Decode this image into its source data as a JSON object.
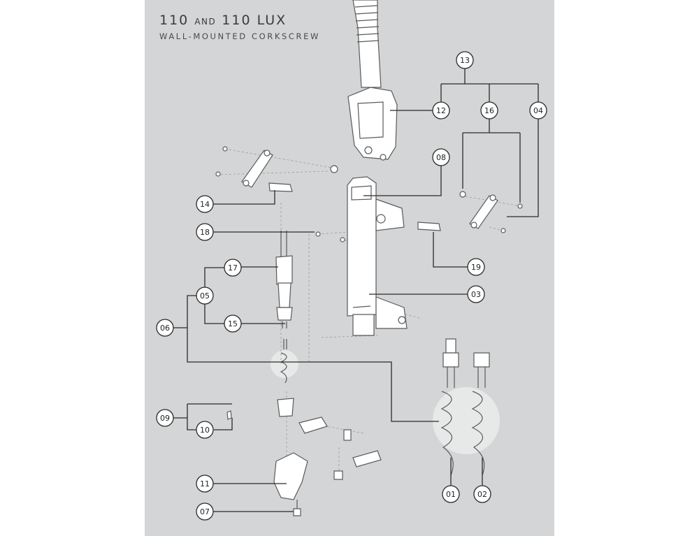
{
  "header": {
    "title_main": "110",
    "title_and": "AND",
    "title_lux": "110 LUX",
    "subtitle": "WALL-MOUNTED CORKSCREW"
  },
  "callouts": [
    "13",
    "12",
    "16",
    "04",
    "08",
    "14",
    "18",
    "17",
    "05",
    "06",
    "15",
    "19",
    "03",
    "09",
    "10",
    "11",
    "07",
    "01",
    "02"
  ],
  "colors": {
    "panel": "#d3d5d6",
    "line": "#2b2b2b",
    "part_fill": "#ffffff"
  }
}
